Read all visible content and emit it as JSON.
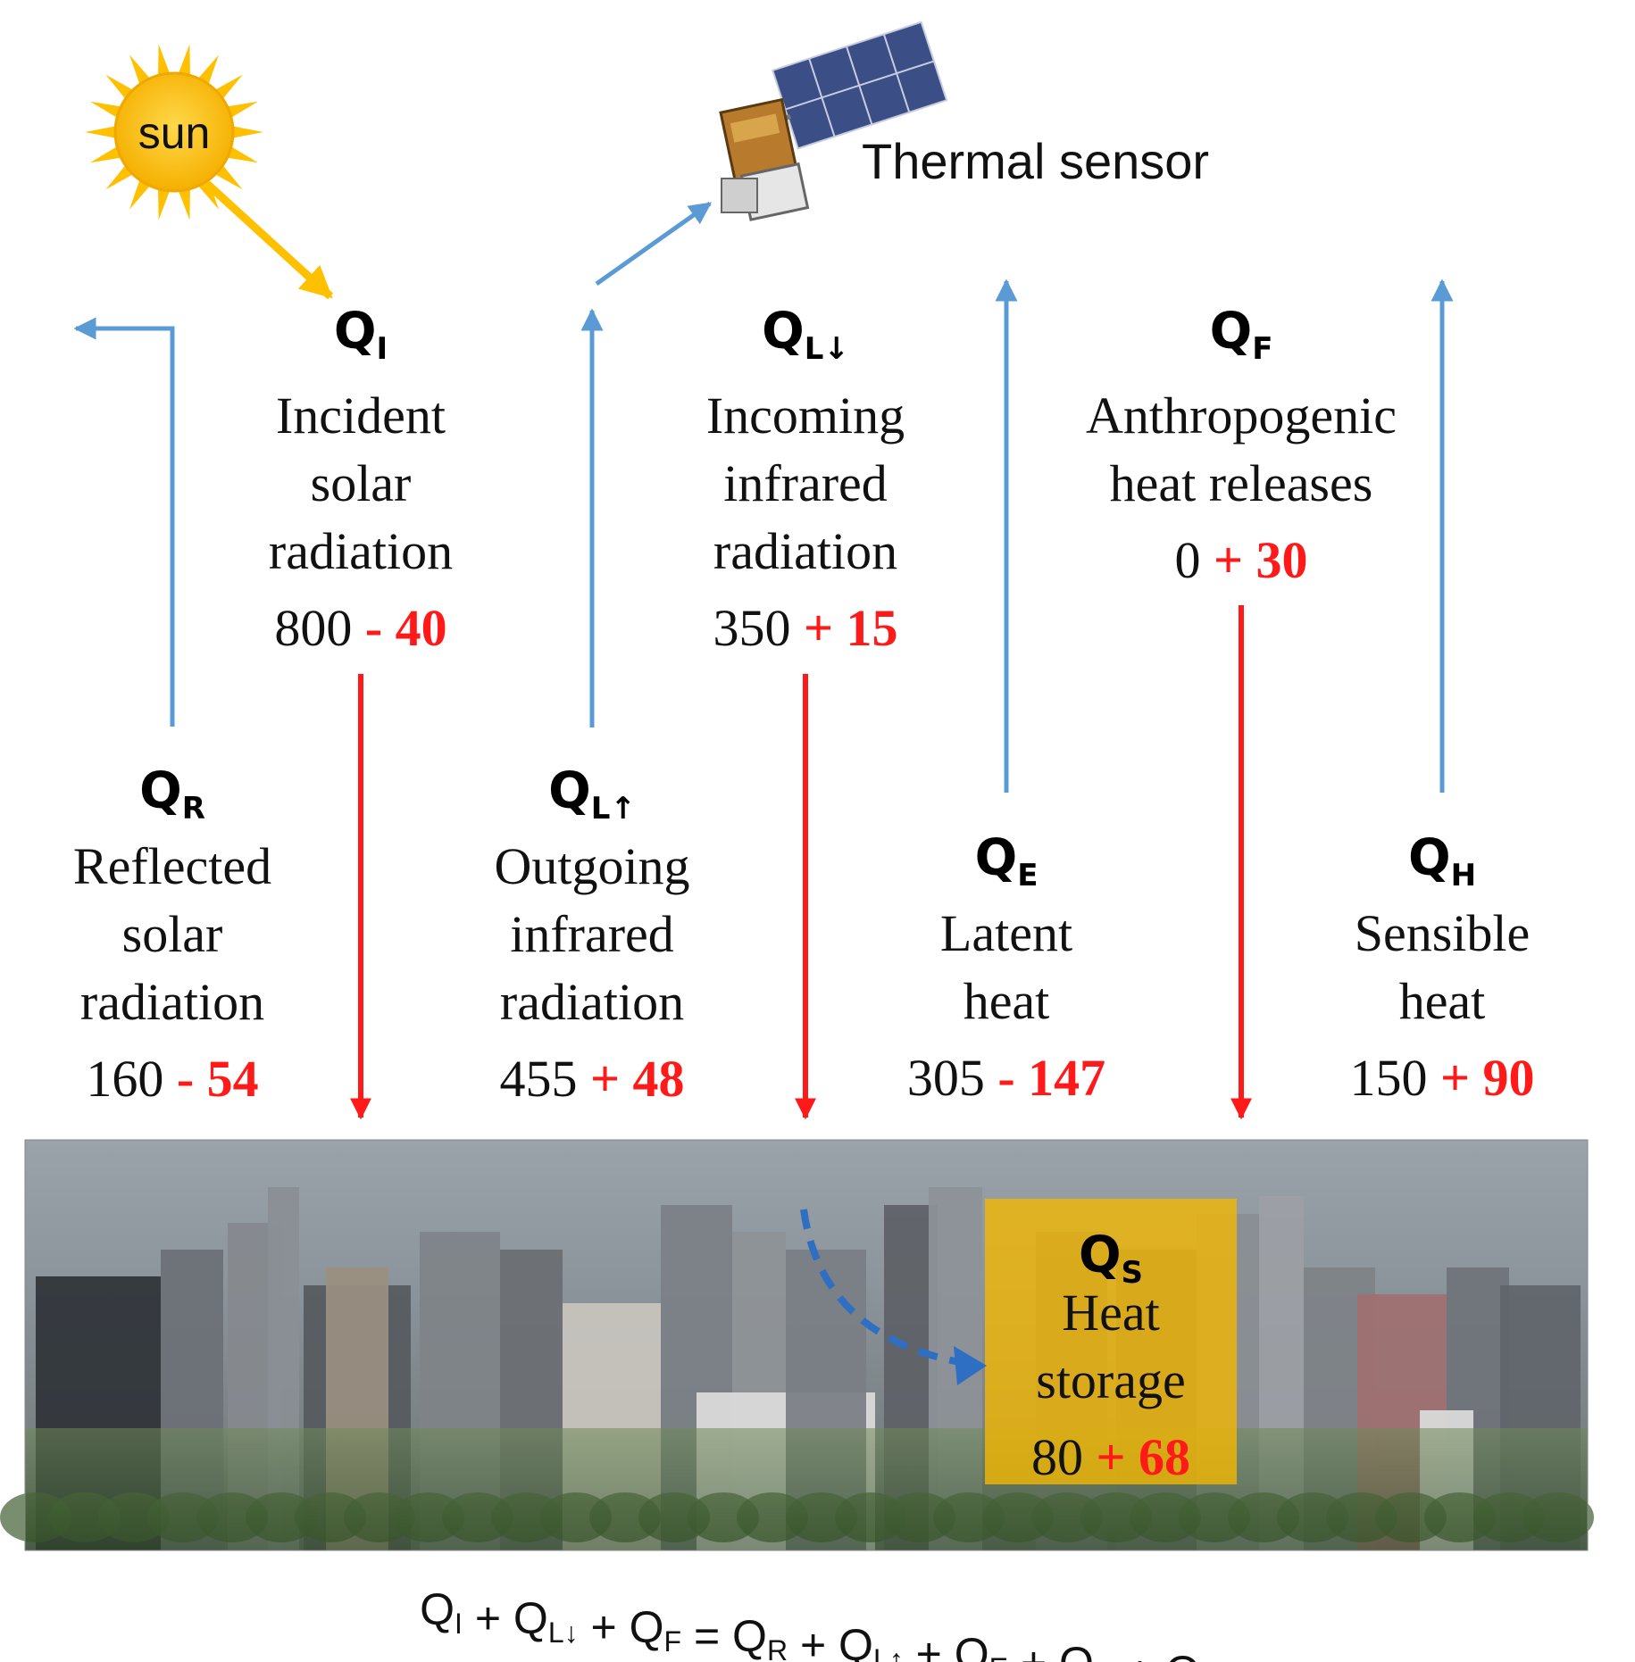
{
  "sun": {
    "label": "sun"
  },
  "sensor": {
    "label": "Thermal sensor"
  },
  "fluxes": {
    "QI": {
      "symbol": "Q",
      "sub": "I",
      "lines": [
        "Incident",
        "solar",
        "radiation"
      ],
      "base": "800",
      "sign": "-",
      "delta": "40"
    },
    "QLd": {
      "symbol": "Q",
      "sub": "L↓",
      "lines": [
        "Incoming",
        "infrared",
        "radiation"
      ],
      "base": "350",
      "sign": "+",
      "delta": "15"
    },
    "QF": {
      "symbol": "Q",
      "sub": "F",
      "lines": [
        "Anthropogenic",
        "heat releases"
      ],
      "base": "0",
      "sign": "+",
      "delta": "30"
    },
    "QR": {
      "symbol": "Q",
      "sub": "R",
      "lines": [
        "Reflected",
        "solar",
        "radiation"
      ],
      "base": "160",
      "sign": "-",
      "delta": "54"
    },
    "QLu": {
      "symbol": "Q",
      "sub": "L↑",
      "lines": [
        "Outgoing",
        "infrared",
        "radiation"
      ],
      "base": "455",
      "sign": "+",
      "delta": "48"
    },
    "QE": {
      "symbol": "Q",
      "sub": "E",
      "lines": [
        "Latent",
        "heat"
      ],
      "base": "305",
      "sign": "-",
      "delta": "147"
    },
    "QH": {
      "symbol": "Q",
      "sub": "H",
      "lines": [
        "Sensible",
        "heat"
      ],
      "base": "150",
      "sign": "+",
      "delta": "90"
    },
    "QS": {
      "symbol": "Q",
      "sub": "S",
      "lines": [
        "Heat",
        "storage"
      ],
      "base": "80",
      "sign": "+",
      "delta": "68"
    }
  },
  "equation": {
    "terms": [
      {
        "q": "Q",
        "sub": "I"
      },
      {
        "op": "+"
      },
      {
        "q": "Q",
        "sub": "L↓"
      },
      {
        "op": "+"
      },
      {
        "q": "Q",
        "sub": "F"
      },
      {
        "op": "="
      },
      {
        "q": "Q",
        "sub": "R"
      },
      {
        "op": "+"
      },
      {
        "q": "Q",
        "sub": "L↑"
      },
      {
        "op": "+"
      },
      {
        "q": "Q",
        "sub": "E"
      },
      {
        "op": "+"
      },
      {
        "q": "Q",
        "sub": "H"
      },
      {
        "op": "+"
      },
      {
        "q": "Q",
        "sub": "s"
      }
    ]
  },
  "colors": {
    "upward_arrow": "#5b9bd5",
    "downward_arrow": "#ff1a1a",
    "delta_text": "#ff1a1a",
    "sun_fill": "#ffc000",
    "storage_box": "#f5b800"
  }
}
